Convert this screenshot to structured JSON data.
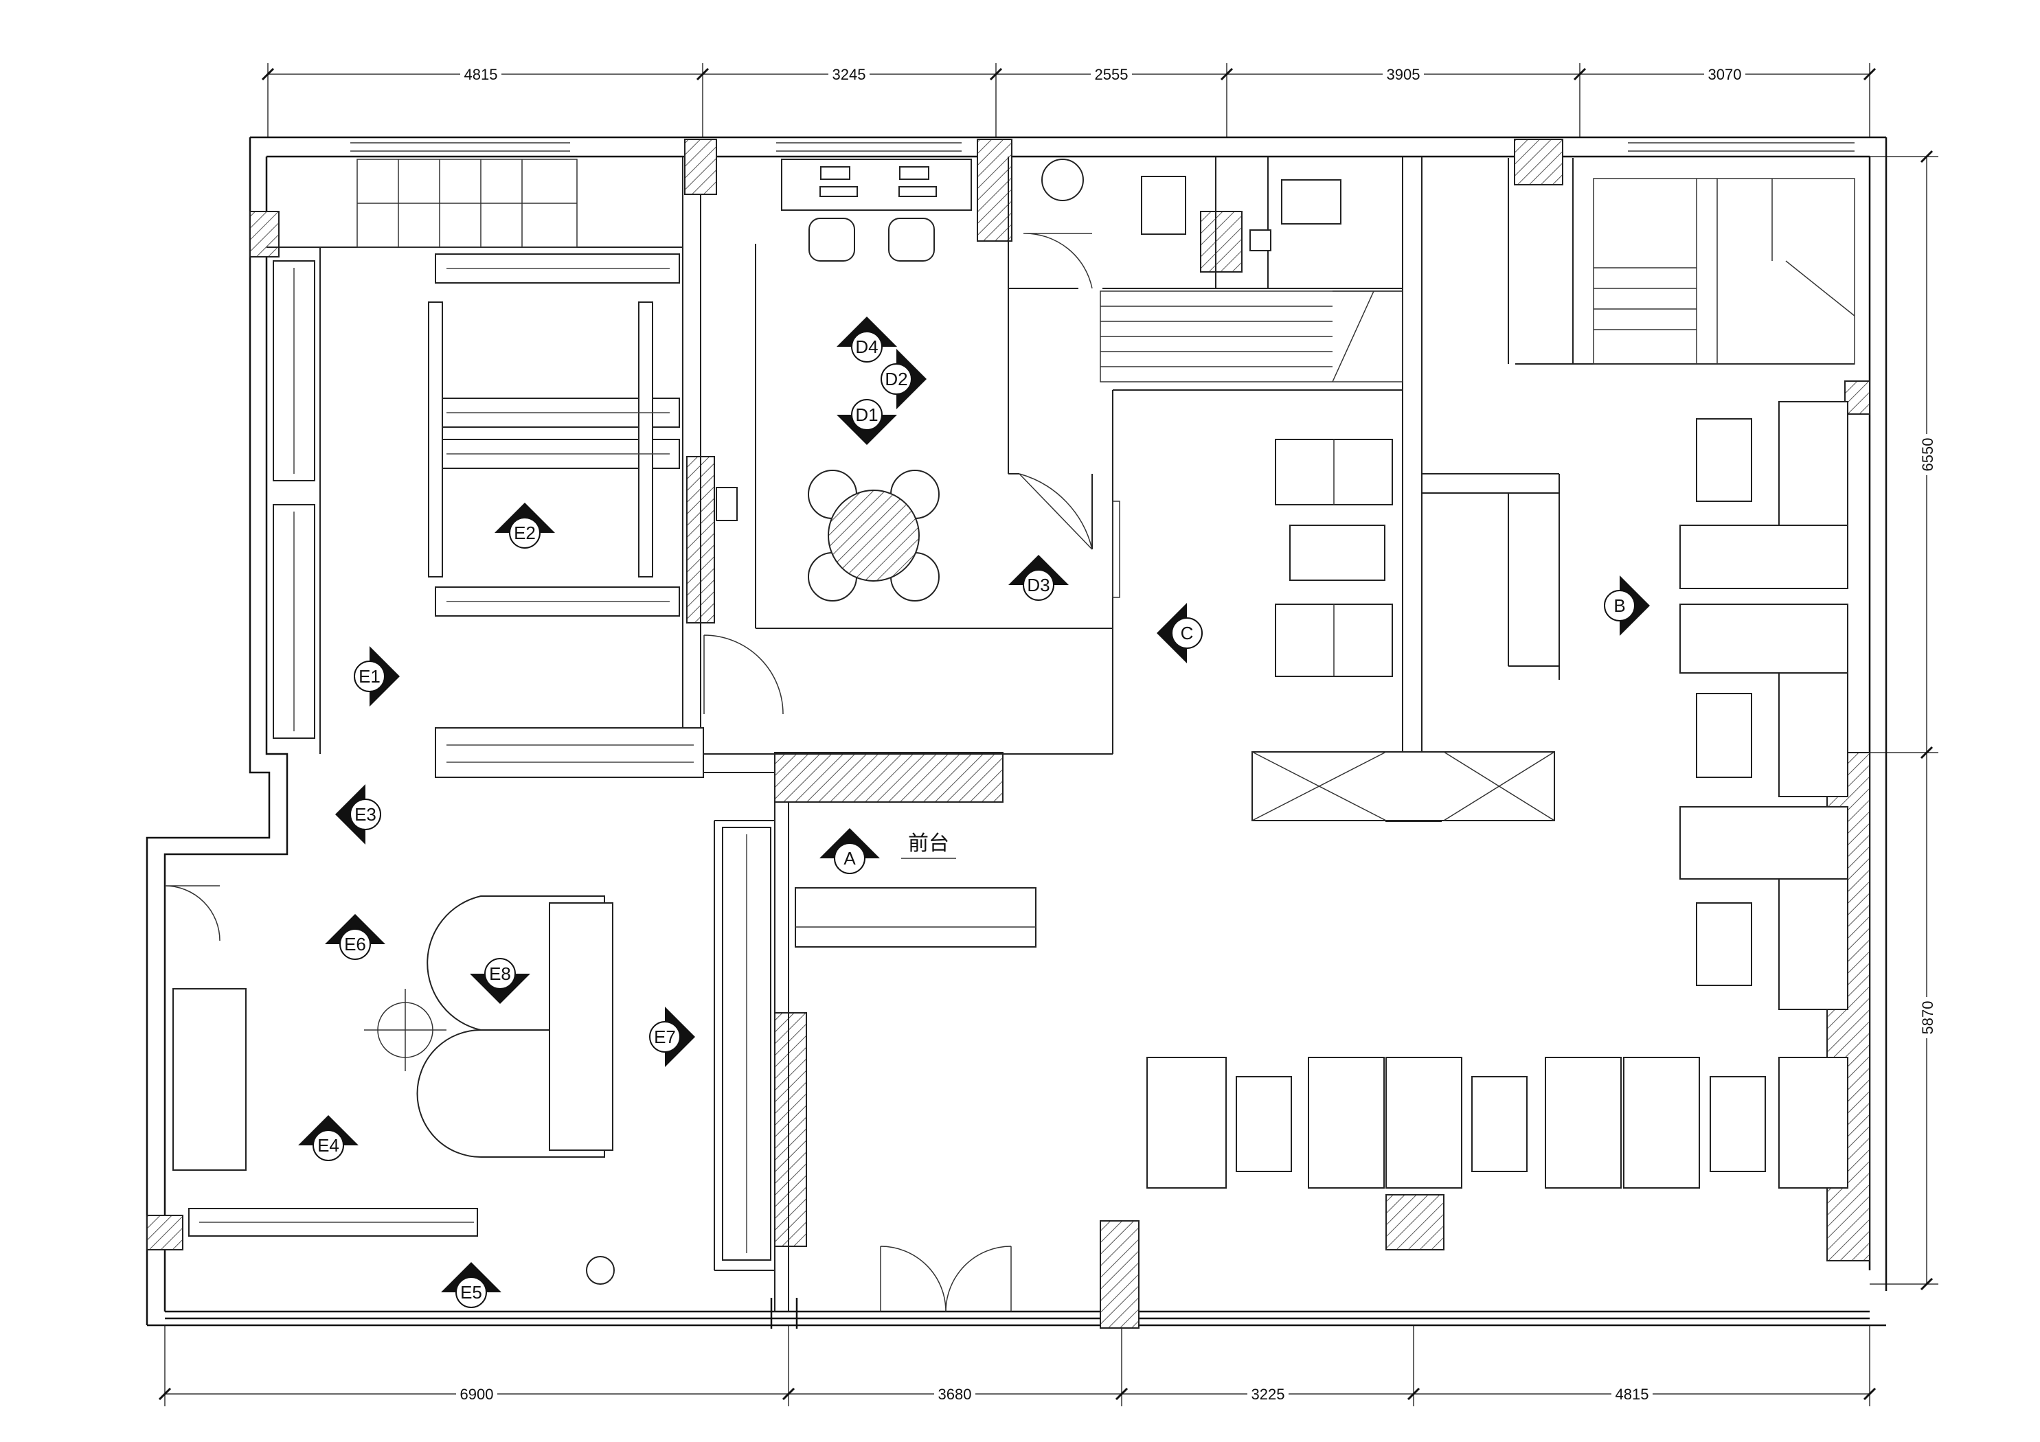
{
  "dims": {
    "top": [
      "4815",
      "3245",
      "2555",
      "3905",
      "3070"
    ],
    "bottom": [
      "6900",
      "3680",
      "3225",
      "4815"
    ],
    "right": [
      "6550",
      "5870"
    ]
  },
  "reception_label": "前台",
  "markers": [
    {
      "id": "A",
      "dir": "up"
    },
    {
      "id": "B",
      "dir": "right"
    },
    {
      "id": "C",
      "dir": "left"
    },
    {
      "id": "D1",
      "dir": "down"
    },
    {
      "id": "D2",
      "dir": "right"
    },
    {
      "id": "D3",
      "dir": "up"
    },
    {
      "id": "D4",
      "dir": "up"
    },
    {
      "id": "E1",
      "dir": "right"
    },
    {
      "id": "E2",
      "dir": "up"
    },
    {
      "id": "E3",
      "dir": "left"
    },
    {
      "id": "E4",
      "dir": "up"
    },
    {
      "id": "E5",
      "dir": "up"
    },
    {
      "id": "E6",
      "dir": "up"
    },
    {
      "id": "E7",
      "dir": "right"
    },
    {
      "id": "E8",
      "dir": "down"
    }
  ]
}
